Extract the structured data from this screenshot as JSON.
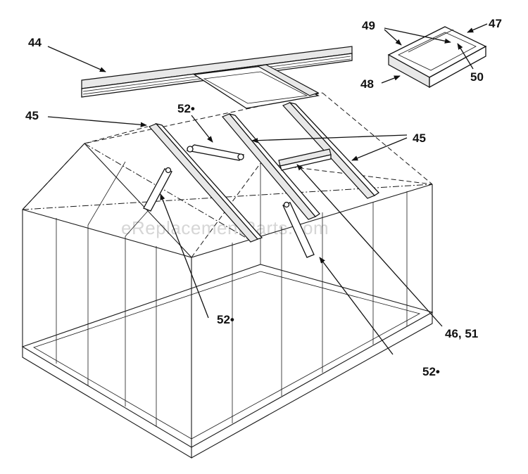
{
  "watermark": "eReplacementParts.com",
  "callouts": {
    "c44": "44",
    "c45_left": "45",
    "c45_right": "45",
    "c52_top": "52•",
    "c52_mid": "52•",
    "c52_bottom": "52•",
    "c46_51": "46, 51",
    "c47": "47",
    "c48": "48",
    "c49": "49",
    "c50": "50"
  }
}
